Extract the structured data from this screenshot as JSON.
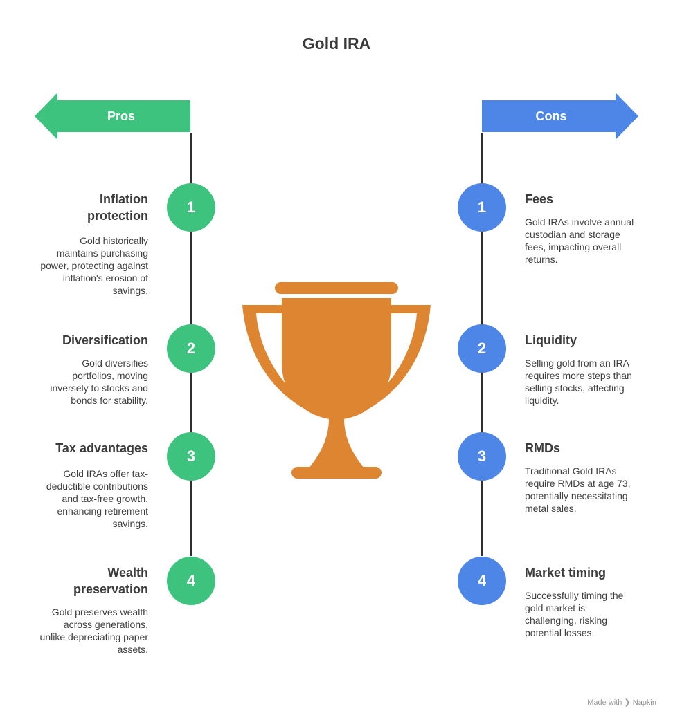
{
  "title": "Gold IRA",
  "pros": {
    "label": "Pros",
    "color": "#3dc37e",
    "items": [
      {
        "number": "1",
        "title": "Inflation protection",
        "description": "Gold historically maintains purchasing power, protecting against inflation's erosion of savings."
      },
      {
        "number": "2",
        "title": "Diversification",
        "description": "Gold diversifies portfolios, moving inversely to stocks and bonds for stability."
      },
      {
        "number": "3",
        "title": "Tax advantages",
        "description": "Gold IRAs offer tax-deductible contributions and tax-free growth, enhancing retirement savings."
      },
      {
        "number": "4",
        "title": "Wealth preservation",
        "description": "Gold preserves wealth across generations, unlike depreciating paper assets."
      }
    ]
  },
  "cons": {
    "label": "Cons",
    "color": "#4d86e6",
    "items": [
      {
        "number": "1",
        "title": "Fees",
        "description": "Gold IRAs involve annual custodian and storage fees, impacting overall returns."
      },
      {
        "number": "2",
        "title": "Liquidity",
        "description": "Selling gold from an IRA requires more steps than selling stocks, affecting liquidity."
      },
      {
        "number": "3",
        "title": "RMDs",
        "description": "Traditional Gold IRAs require RMDs at age 73, potentially necessitating metal sales."
      },
      {
        "number": "4",
        "title": "Market timing",
        "description": "Successfully timing the gold market is challenging, risking potential losses."
      }
    ]
  },
  "trophy": {
    "icon": "trophy-icon",
    "color": "#de8532"
  },
  "footer": {
    "made_with": "Made with",
    "brand": "Napkin"
  }
}
